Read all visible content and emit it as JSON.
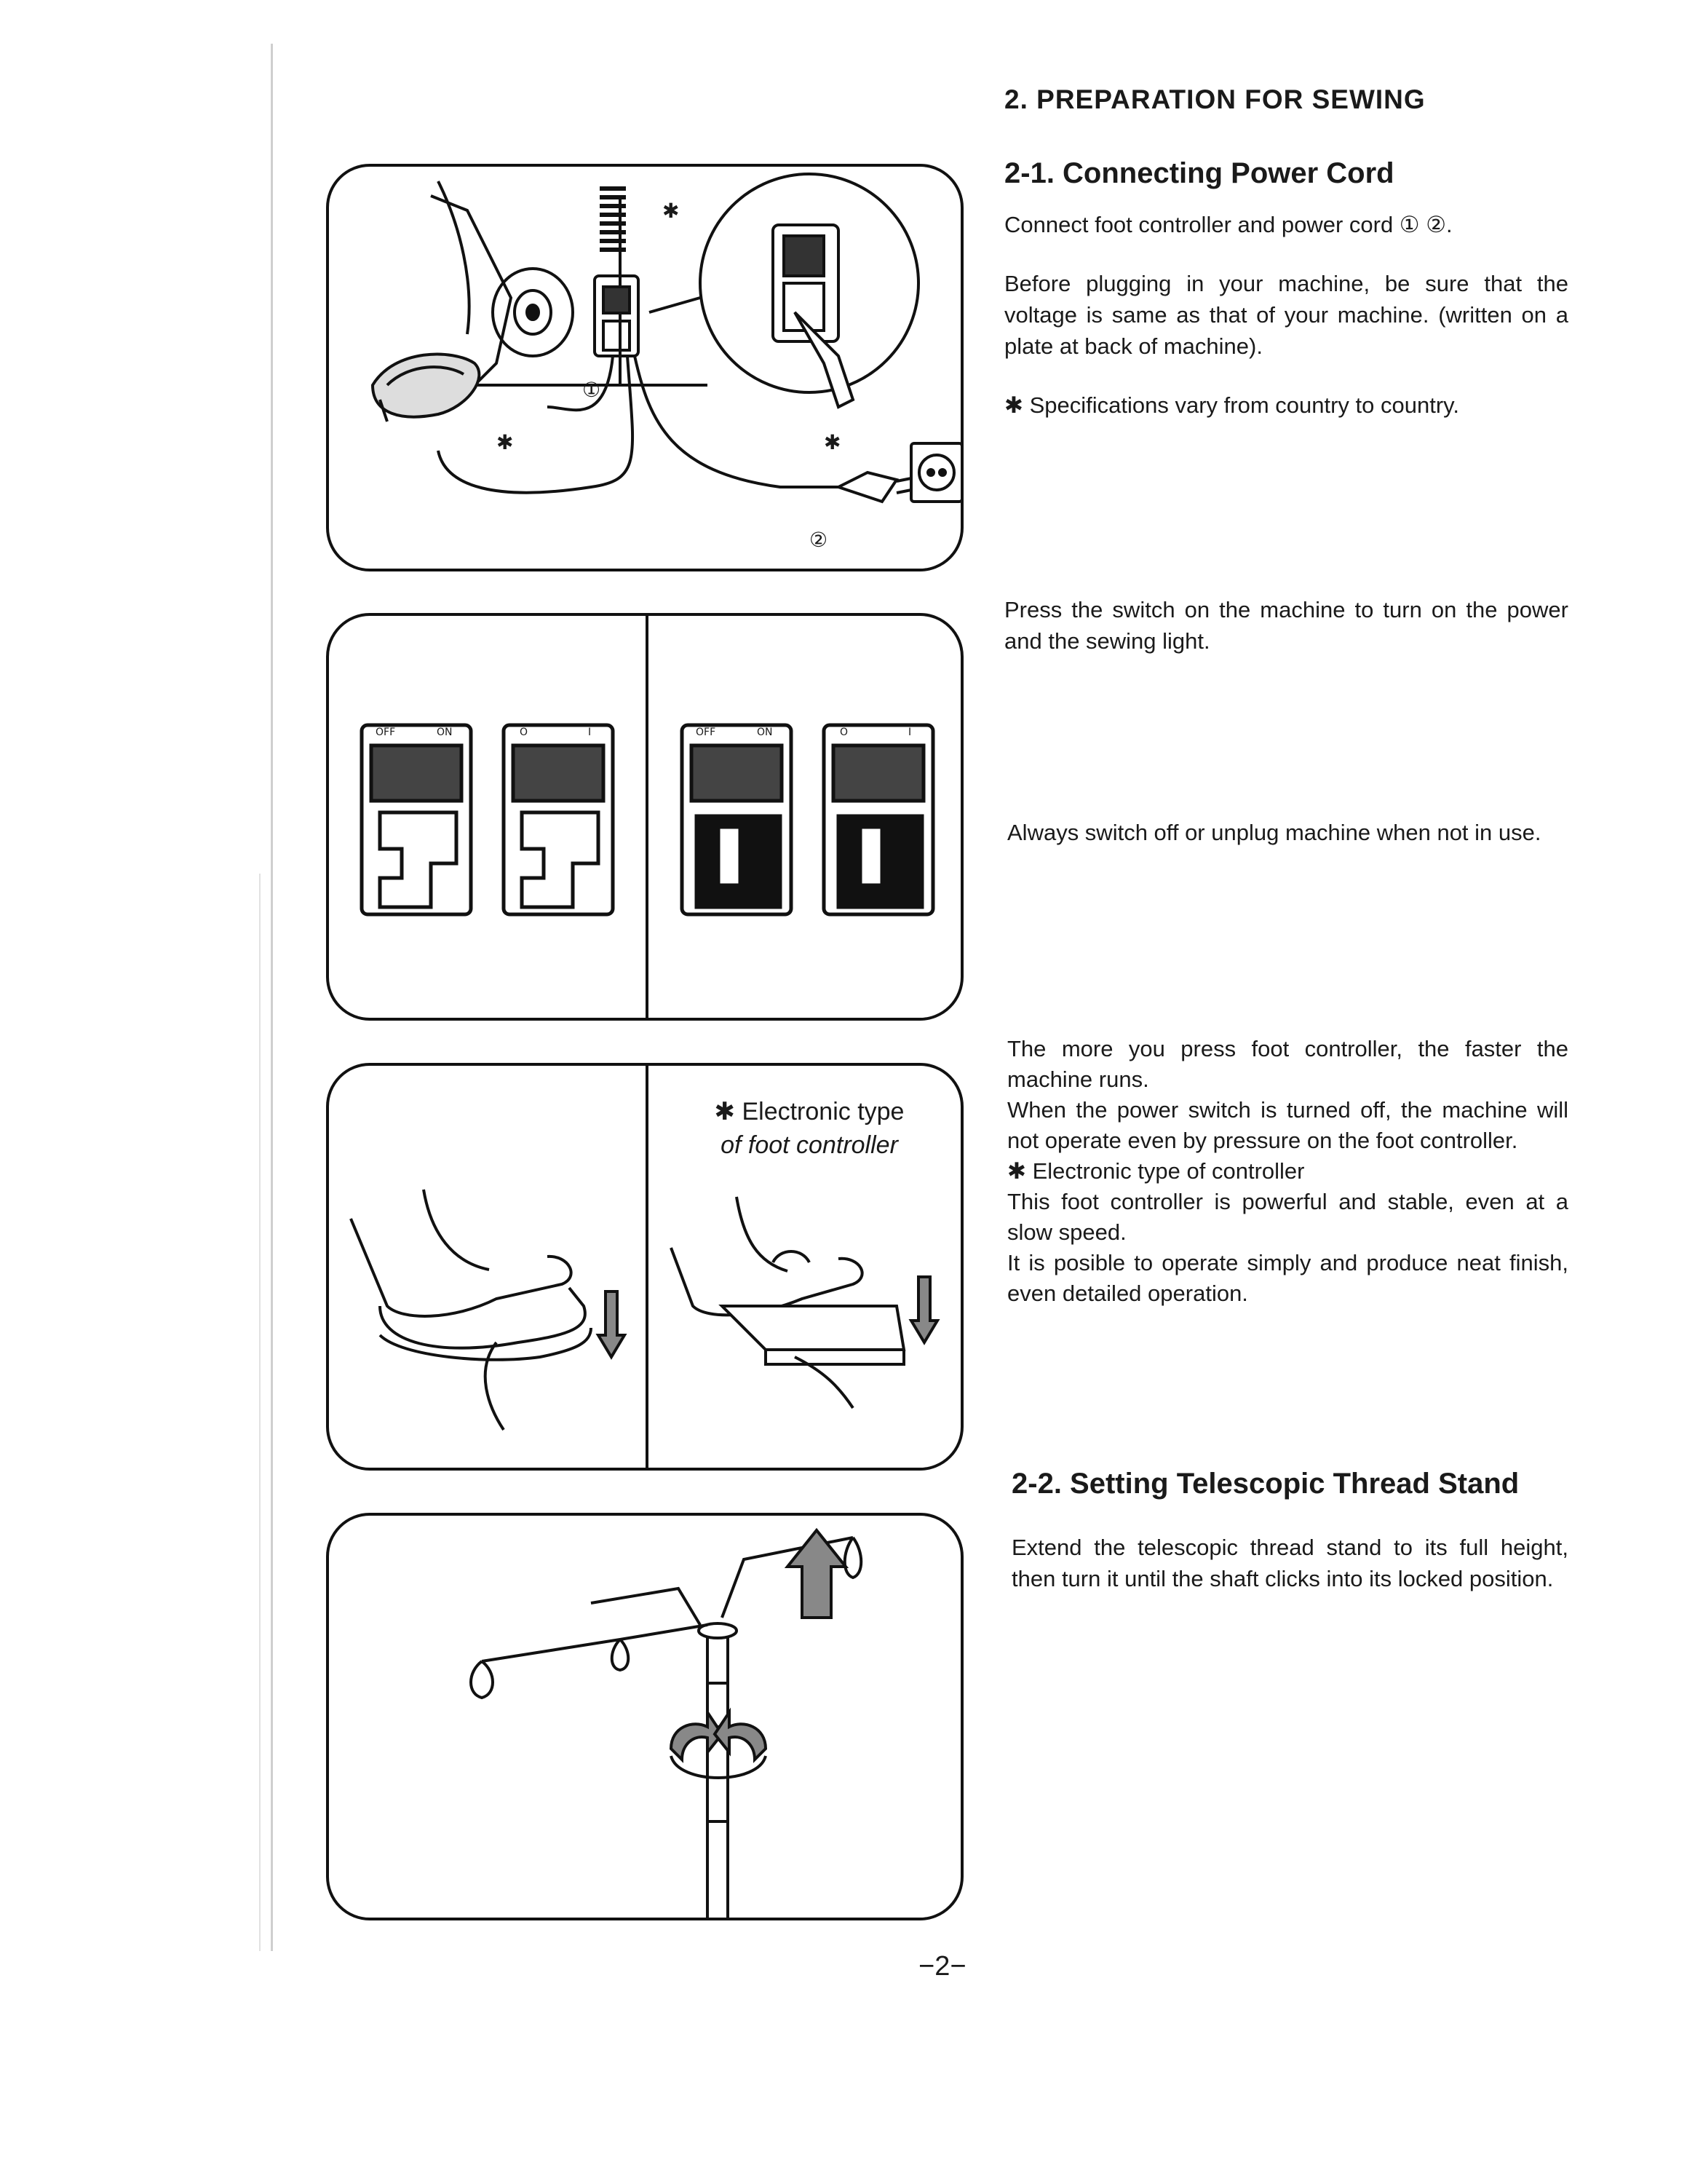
{
  "section_title": "2. PREPARATION FOR SEWING",
  "sub1": {
    "title": "2-1. Connecting Power Cord",
    "p1": "Connect foot controller and power cord ① ②.",
    "p2": "Before plugging in your machine, be sure that the voltage is same as that of your machine. (written on a plate at back of machine).",
    "p3": "✱ Specifications vary from country to country."
  },
  "switch_text": {
    "p1": "Press the switch on the machine to turn on the power and the sewing light.",
    "p2": "Always switch off or unplug machine when not in use."
  },
  "foot_text": {
    "l1": "The more you press foot controller, the faster the machine runs.",
    "l2": "When the power switch is turned off, the machine will not operate even by pressure on the foot controller.",
    "l3": "✱ Electronic type of controller",
    "l4": "This foot controller is powerful and stable, even at a slow speed.",
    "l5": "It is posible to operate simply and produce neat finish, even detailed operation."
  },
  "sub2": {
    "title": "2-2. Setting Telescopic Thread Stand",
    "p1": "Extend the telescopic thread stand to its full height, then turn it until the shaft clicks into its locked position."
  },
  "fig1": {
    "callout_1": "①",
    "callout_2": "②",
    "star": "✱"
  },
  "fig2": {
    "switches": [
      {
        "left": "OFF",
        "right": "ON"
      },
      {
        "left": "O",
        "right": "I"
      },
      {
        "left": "OFF",
        "right": "ON"
      },
      {
        "left": "O",
        "right": "I"
      }
    ]
  },
  "fig3": {
    "caption_line1": "✱ Electronic type",
    "caption_line2": "of foot controller"
  },
  "page_number": "−2−"
}
